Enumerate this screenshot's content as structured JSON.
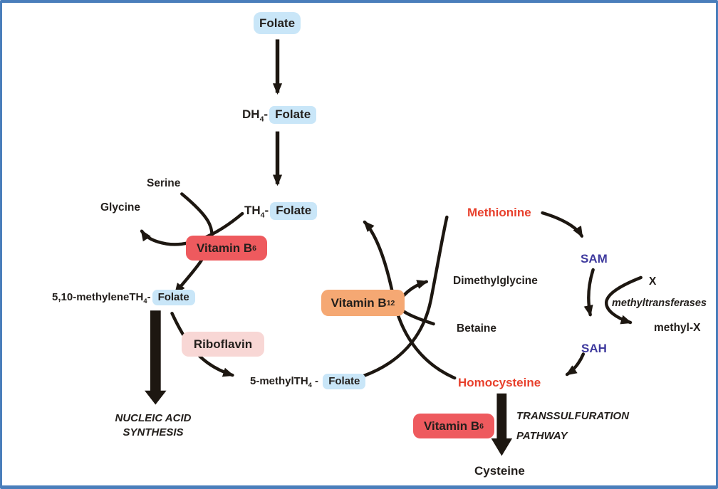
{
  "colors": {
    "border": "#4a7ebb",
    "node_highlight": "#c9e6f8",
    "vitamin_b6": "#ee5a5e",
    "vitamin_b12": "#f5a873",
    "riboflavin": "#f8d7d5",
    "amino_red": "#e8402c",
    "sam_sah_purple": "#3f3a9e",
    "arrow": "#1d1711"
  },
  "nodes": {
    "folate": {
      "label": "Folate"
    },
    "dh4_folate": {
      "prefix": "DH",
      "sub": "4",
      "sep": "-",
      "highlight": "Folate"
    },
    "th4_folate": {
      "prefix": "TH",
      "sub": "4",
      "sep": "-",
      "highlight": "Folate"
    },
    "serine": {
      "label": "Serine"
    },
    "glycine": {
      "label": "Glycine"
    },
    "vitamin_b6_top": {
      "label": "Vitamin B",
      "sub": "6"
    },
    "methylene_th4_folate": {
      "prefix": "5,10-methyleneTH",
      "sub": "4",
      "sep": "-",
      "highlight": "Folate"
    },
    "riboflavin": {
      "label": "Riboflavin"
    },
    "methyl_th4_folate": {
      "prefix": "5-methylTH",
      "sub": "4",
      "sep": " - ",
      "highlight": "Folate"
    },
    "nucleic_acid_synthesis": {
      "line1": "NUCLEIC ACID",
      "line2": "SYNTHESIS"
    },
    "vitamin_b12": {
      "label": "Vitamin B",
      "sub": "12"
    },
    "methionine": {
      "label": "Methionine"
    },
    "dimethylglycine": {
      "label": "Dimethylglycine"
    },
    "betaine": {
      "label": "Betaine"
    },
    "sam": {
      "label": "SAM"
    },
    "x_substrate": {
      "label": "X"
    },
    "methyltransferases": {
      "label": "methyltransferases"
    },
    "methyl_x": {
      "label": "methyl-X"
    },
    "sah": {
      "label": "SAH"
    },
    "homocysteine": {
      "label": "Homocysteine"
    },
    "vitamin_b6_bottom": {
      "label": "Vitamin B",
      "sub": "6"
    },
    "transsulfuration_pathway": {
      "line1": "TRANSSULFURATION",
      "line2": "PATHWAY"
    },
    "cysteine": {
      "label": "Cysteine"
    }
  }
}
